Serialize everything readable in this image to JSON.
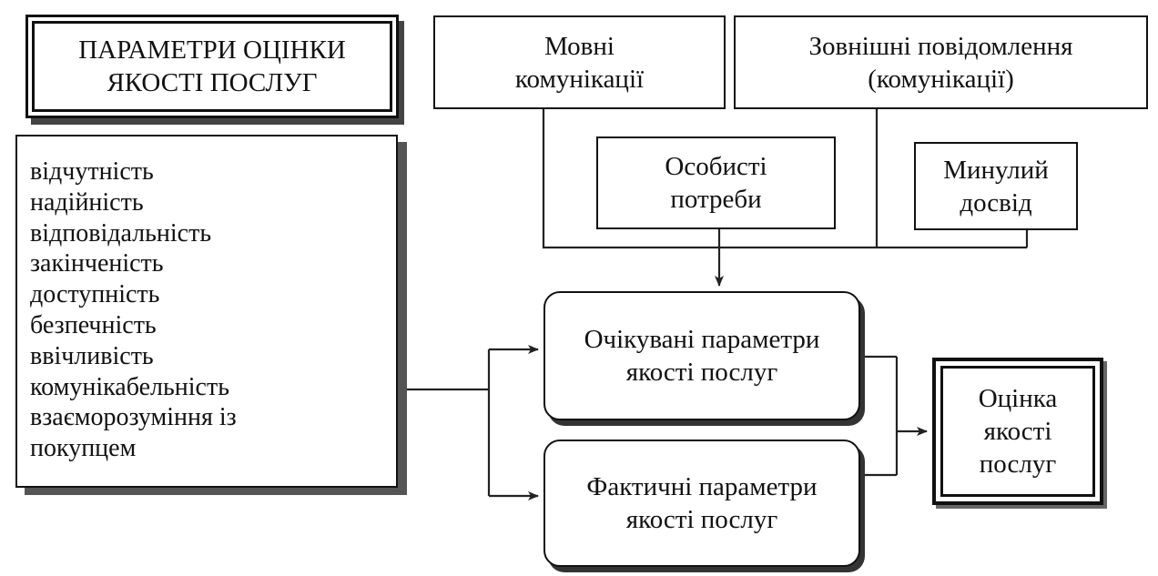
{
  "title": {
    "line1": "ПАРАМЕТРИ ОЦІНКИ",
    "line2": "ЯКОСТІ ПОСЛУГ"
  },
  "parameters": [
    "відчутність",
    "надійність",
    "відповідальність",
    "закінченість",
    "доступність",
    "безпечність",
    "ввічливість",
    "комунікабельність",
    "взаєморозуміння із",
    "покупцем"
  ],
  "language_comms": {
    "line1": "Мовні",
    "line2": "комунікації"
  },
  "external_messages": {
    "line1": "Зовнішні повідомлення",
    "line2": "(комунікації)"
  },
  "personal_needs": {
    "line1": "Особисті",
    "line2": "потреби"
  },
  "past_experience": {
    "line1": "Минулий",
    "line2": "досвід"
  },
  "expected_params": {
    "line1": "Очікувані параметри",
    "line2": "якості послуг"
  },
  "actual_params": {
    "line1": "Фактичні параметри",
    "line2": "якості послуг"
  },
  "quality_assessment": {
    "line1": "Оцінка",
    "line2": "якості",
    "line3": "послуг"
  }
}
